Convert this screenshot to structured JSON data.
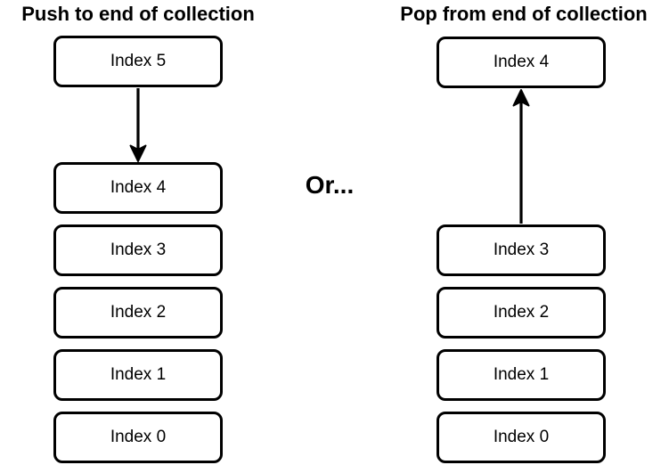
{
  "left_panel": {
    "title": "Push to end of collection",
    "pushed_box": "Index 5",
    "stack": [
      "Index 4",
      "Index 3",
      "Index 2",
      "Index 1",
      "Index 0"
    ]
  },
  "divider": {
    "or_label": "Or..."
  },
  "right_panel": {
    "title": "Pop from end of collection",
    "popped_box": "Index 4",
    "stack": [
      "Index 3",
      "Index 2",
      "Index 1",
      "Index 0"
    ]
  },
  "icons": {
    "push_arrow": "arrow-down",
    "pop_arrow": "arrow-up"
  },
  "colors": {
    "stroke": "#000000",
    "fill": "#ffffff",
    "text": "#000000",
    "background": "#ffffff"
  }
}
